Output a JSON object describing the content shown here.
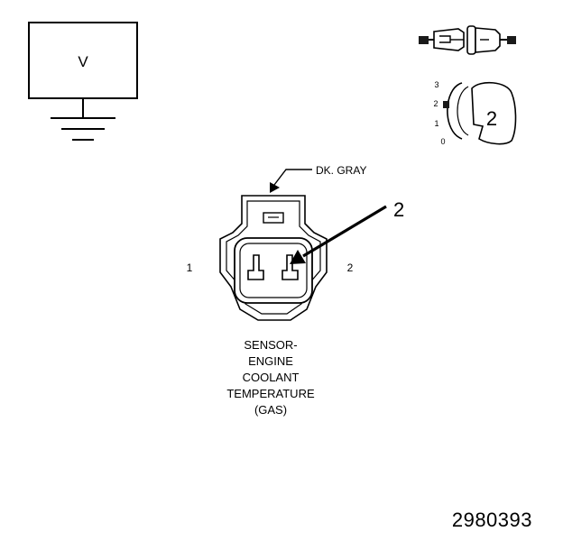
{
  "meter": {
    "label": "V"
  },
  "connector": {
    "wire_color_label": "DK. GRAY",
    "callout_number": "2",
    "pin_left_label": "1",
    "pin_right_label": "2"
  },
  "position_indicator": {
    "ticks": [
      "3",
      "2",
      "1",
      "0"
    ],
    "selected_number": "2"
  },
  "sensor_label_lines": [
    "SENSOR-",
    "ENGINE",
    "COOLANT",
    "TEMPERATURE",
    "(GAS)"
  ],
  "figure_number": "2980393",
  "colors": {
    "line": "#000000",
    "background": "#ffffff",
    "fill_dark": "#1a1a1a"
  }
}
